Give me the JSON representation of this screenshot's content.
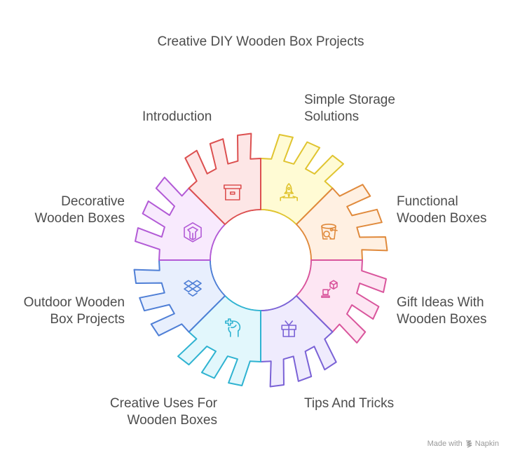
{
  "title": "Creative DIY Wooden Box Projects",
  "segments": [
    {
      "label": "Introduction",
      "icon": "rocket-launch-icon",
      "stroke": "#e0c430",
      "fill": "#fffbd4"
    },
    {
      "label": "Simple Storage\nSolutions",
      "icon": "bucket-search-icon",
      "stroke": "#e08a3c",
      "fill": "#fff0e2"
    },
    {
      "label": "Functional\nWooden Boxes",
      "icon": "laptop-cube-icon",
      "stroke": "#d9559c",
      "fill": "#fde6f3"
    },
    {
      "label": "Gift Ideas With\nWooden Boxes",
      "icon": "gift-icon",
      "stroke": "#7a62d6",
      "fill": "#efebfd"
    },
    {
      "label": "Tips And Tricks",
      "icon": "head-plus-icon",
      "stroke": "#2fb3d1",
      "fill": "#e2f7fc"
    },
    {
      "label": "Creative Uses For\nWooden Boxes",
      "icon": "dropbox-boxes-icon",
      "stroke": "#4f7fd6",
      "fill": "#e8effd"
    },
    {
      "label": "Outdoor Wooden\nBox Projects",
      "icon": "package-cube-icon",
      "stroke": "#b25ad6",
      "fill": "#f8eafd"
    },
    {
      "label": "Decorative\nWooden Boxes",
      "icon": "archive-box-icon",
      "stroke": "#dc5050",
      "fill": "#fde6e6"
    }
  ],
  "footer": {
    "text": "Made with",
    "brand": "Napkin"
  }
}
